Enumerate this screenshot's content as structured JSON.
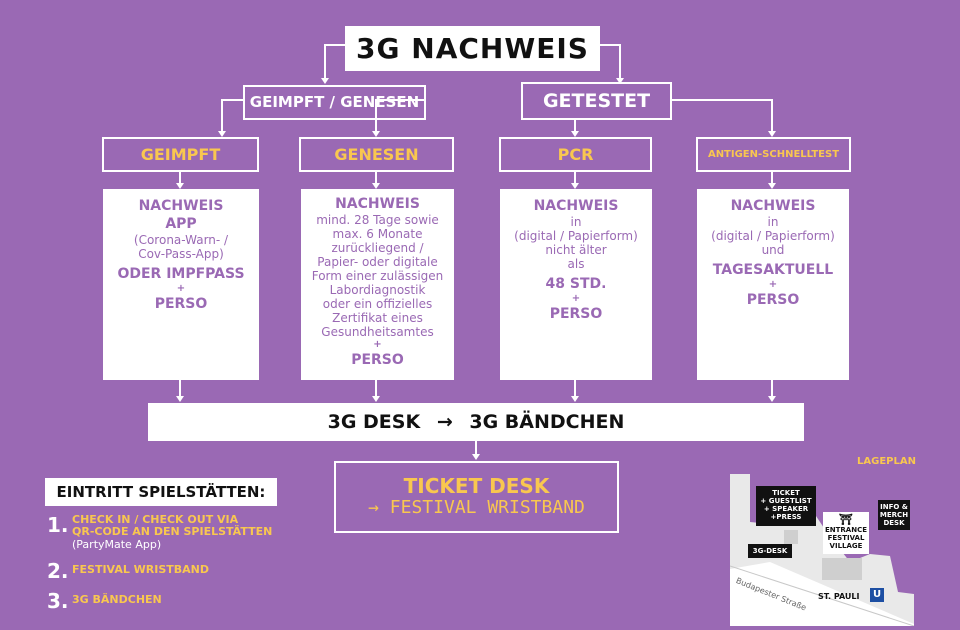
{
  "title": "3G NACHWEIS",
  "level1": {
    "left": "GEIMPFT / GENESEN",
    "right": "GETESTET"
  },
  "level2": {
    "geimpft": "GEIMPFT",
    "genesen": "GENESEN",
    "pcr": "PCR",
    "antigen": "ANTIGEN-SCHNELLTEST"
  },
  "cards": {
    "geimpft": {
      "l1": "NACHWEIS",
      "l2": "APP",
      "l3": "(Corona-Warn- /",
      "l4": "Cov-Pass-App)",
      "l5": "ODER IMPFPASS",
      "plus": "+",
      "l6": "PERSO"
    },
    "genesen": {
      "l1": "NACHWEIS",
      "l2": "mind. 28 Tage sowie",
      "l3": "max. 6 Monate",
      "l4": "zurückliegend /",
      "l5": "Papier- oder digitale",
      "l6": "Form einer zulässigen",
      "l7": "Labordiagnostik",
      "l8": "oder ein offizielles",
      "l9": "Zertifikat eines",
      "l10": "Gesundheitsamtes",
      "plus": "+",
      "l11": "PERSO"
    },
    "pcr": {
      "l1": "NACHWEIS",
      "l2": "in",
      "l3": "(digital / Papierform)",
      "l4": "nicht älter",
      "l5": "als",
      "l6": "48 STD.",
      "plus": "+",
      "l7": "PERSO"
    },
    "antigen": {
      "l1": "NACHWEIS",
      "l2": "in",
      "l3": "(digital / Papierform)",
      "l4": "und",
      "l5": "TAGESAKTUELL",
      "plus": "+",
      "l6": "PERSO"
    }
  },
  "desk": {
    "left": "3G DESK",
    "arrow": "→",
    "right": "3G BÄNDCHEN"
  },
  "ticket": {
    "line1": "TICKET DESK",
    "line2": "→ FESTIVAL WRISTBAND"
  },
  "entry": {
    "heading": "EINTRITT SPIELSTÄTTEN:",
    "items": [
      {
        "num": "1.",
        "l1": "CHECK IN / CHECK OUT VIA",
        "l2": "QR-CODE AN DEN SPIELSTÄTTEN",
        "sub": "(PartyMate App)"
      },
      {
        "num": "2.",
        "l1": "FESTIVAL WRISTBAND"
      },
      {
        "num": "3.",
        "l1": "3G BÄNDCHEN"
      }
    ]
  },
  "map": {
    "title": "LAGEPLAN",
    "ticket_label": {
      "l1": "TICKET",
      "l2": "+ GUESTLIST",
      "l3": "+ SPEAKER",
      "l4": "+PRESS"
    },
    "info_label": {
      "l1": "INFO &",
      "l2": "MERCH",
      "l3": "DESK"
    },
    "desk_label": "3G-DESK",
    "entrance": {
      "l1": "ENTRANCE",
      "l2": "FESTIVAL",
      "l3": "VILLAGE"
    },
    "street": "Budapester Straße",
    "station": "ST. PAULI",
    "ubahn": "U"
  },
  "colors": {
    "background": "#9a69b4",
    "accent": "#f9c74f",
    "white": "#ffffff",
    "text": "#111111"
  }
}
